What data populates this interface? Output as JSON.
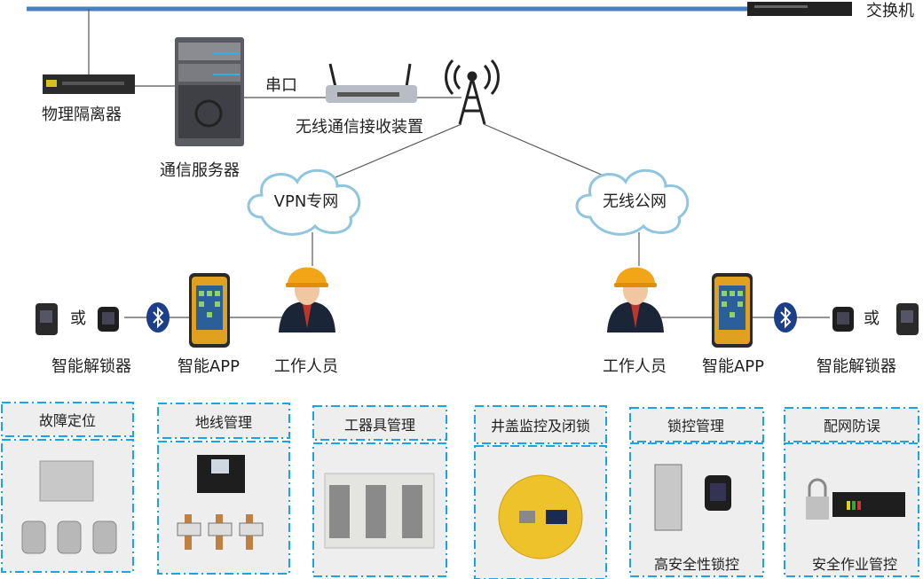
{
  "colors": {
    "bus": "#4a7fc1",
    "border": "#1aa3e8",
    "panel": "#eeeeee",
    "helmet": "#f2a516",
    "bluetooth": "#1c3f8a"
  },
  "top": {
    "switch": "交换机",
    "isolator": "物理隔离器",
    "server": "通信服务器",
    "serial": "串口",
    "receiver": "无线通信接收装置"
  },
  "clouds": {
    "vpn": "VPN专网",
    "public": "无线公网"
  },
  "left": {
    "worker": "工作人员",
    "app": "智能APP",
    "unlocker": "智能解锁器",
    "or": "或"
  },
  "right": {
    "worker": "工作人员",
    "app": "智能APP",
    "unlocker": "智能解锁器",
    "or": "或"
  },
  "modules": [
    {
      "title": "故障定位",
      "caption": ""
    },
    {
      "title": "地线管理",
      "caption": ""
    },
    {
      "title": "工器具管理",
      "caption": ""
    },
    {
      "title": "井盖监控及闭锁",
      "caption": ""
    },
    {
      "title": "锁控管理",
      "caption": "高安全性锁控"
    },
    {
      "title": "配网防误",
      "caption": "安全作业管控"
    }
  ]
}
